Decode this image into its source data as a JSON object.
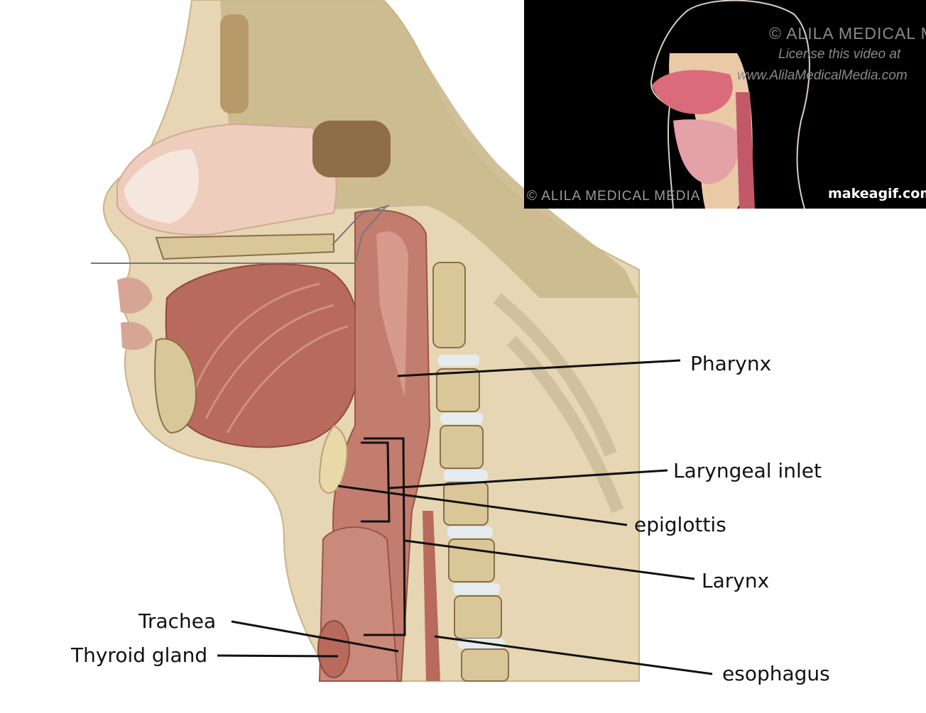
{
  "labels": {
    "pharynx": "Pharynx",
    "laryngeal_inlet": "Laryngeal inlet",
    "epiglottis": "epiglottis",
    "larynx": "Larynx",
    "trachea": "Trachea",
    "thyroid_gland": "Thyroid gland",
    "esophagus": "esophagus"
  },
  "inset": {
    "watermark_title": "© ALILA MEDICAL MEDIA",
    "watermark_license": "License this video at",
    "watermark_url": "www.AlilaMedicalMedia.com",
    "watermark_bottom": "© ALILA MEDICAL MEDIA",
    "brand": "makeagif.com"
  },
  "colors": {
    "skin": "#e8d9b8",
    "muscle": "#b5675a",
    "mucosa": "#c98577",
    "bone": "#d9c79a",
    "bone_marrow": "#8a6f4a",
    "nasal": "#f0cdbd",
    "leader_line": "#111111",
    "inset_bg": "#000000"
  }
}
